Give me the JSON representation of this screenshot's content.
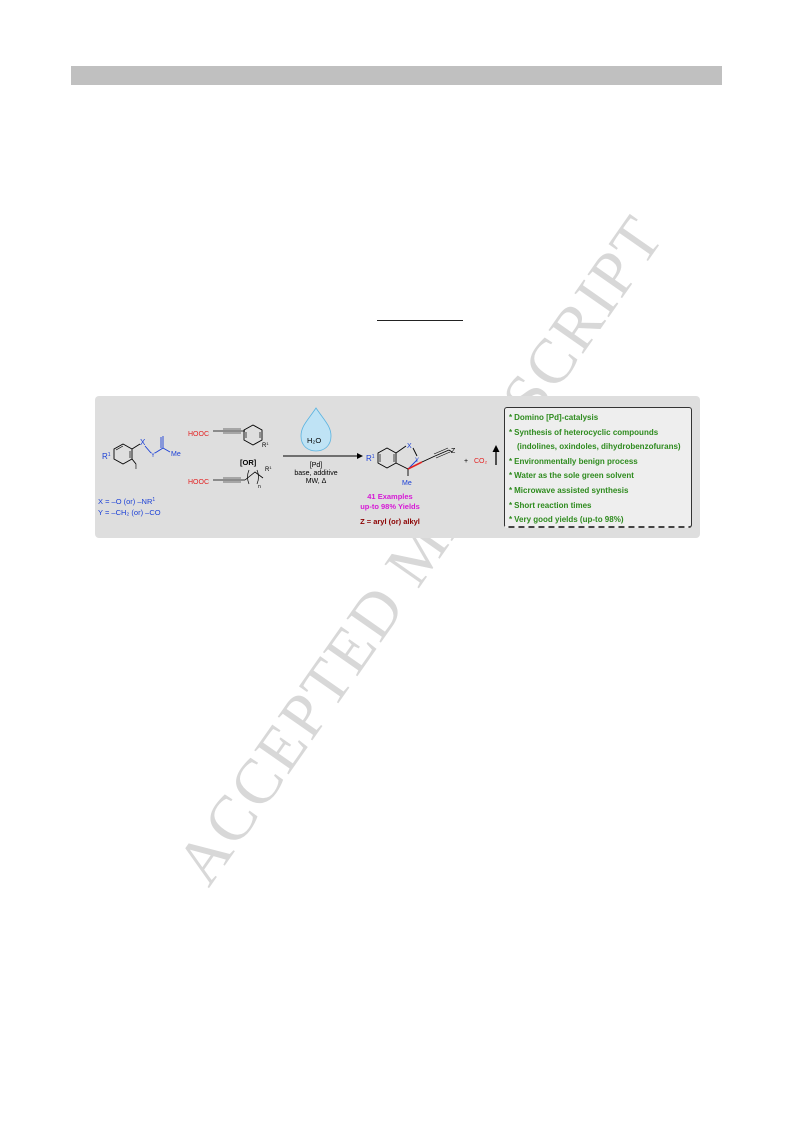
{
  "watermark": "ACCEPTED MANUSCRIPT",
  "reactants": {
    "r1_label": "R",
    "r1_sup": "1",
    "x_label": "X",
    "y_label": "Y",
    "me_label": "Me",
    "i_label": "I",
    "def_x": "X = –O (or) –NR",
    "def_x_sup": "1",
    "def_y": "Y = –CH₂ (or) –CO"
  },
  "acids": {
    "cooh_1": "HOOC",
    "cooh_2": "HOOC",
    "or_label": "[OR]",
    "r_label": "R",
    "r_sup": "1",
    "n_label": "n"
  },
  "conditions": {
    "water": "H₂O",
    "catalyst": "[Pd]",
    "line2": "base, additive",
    "line3": "MW, Δ"
  },
  "product": {
    "r1_label": "R",
    "r1_sup": "1",
    "x_label": "X",
    "y_label": "Y",
    "me_label": "Me",
    "z_label": "Z",
    "co2": "CO₂",
    "plus": "+",
    "examples": "41 Examples",
    "yields": "up-to 98% Yields",
    "z_def": "Z = aryl (or) alkyl"
  },
  "highlights": [
    "Domino [Pd]-catalysis",
    "Synthesis of heterocyclic compounds",
    "(indolines, oxindoles, dihydrobenzofurans)",
    "Environmentally benign process",
    "Water as the sole green solvent",
    "Microwave assisted synthesis",
    "Short reaction times",
    "Very good yields (up-to 98%)"
  ],
  "colors": {
    "header_bar": "#c0c0c0",
    "panel": "#dedede",
    "blue": "#1a3fd6",
    "red": "#e32222",
    "magenta": "#d61ad6",
    "dark_red": "#8b0000",
    "green": "#2e8b1e"
  }
}
